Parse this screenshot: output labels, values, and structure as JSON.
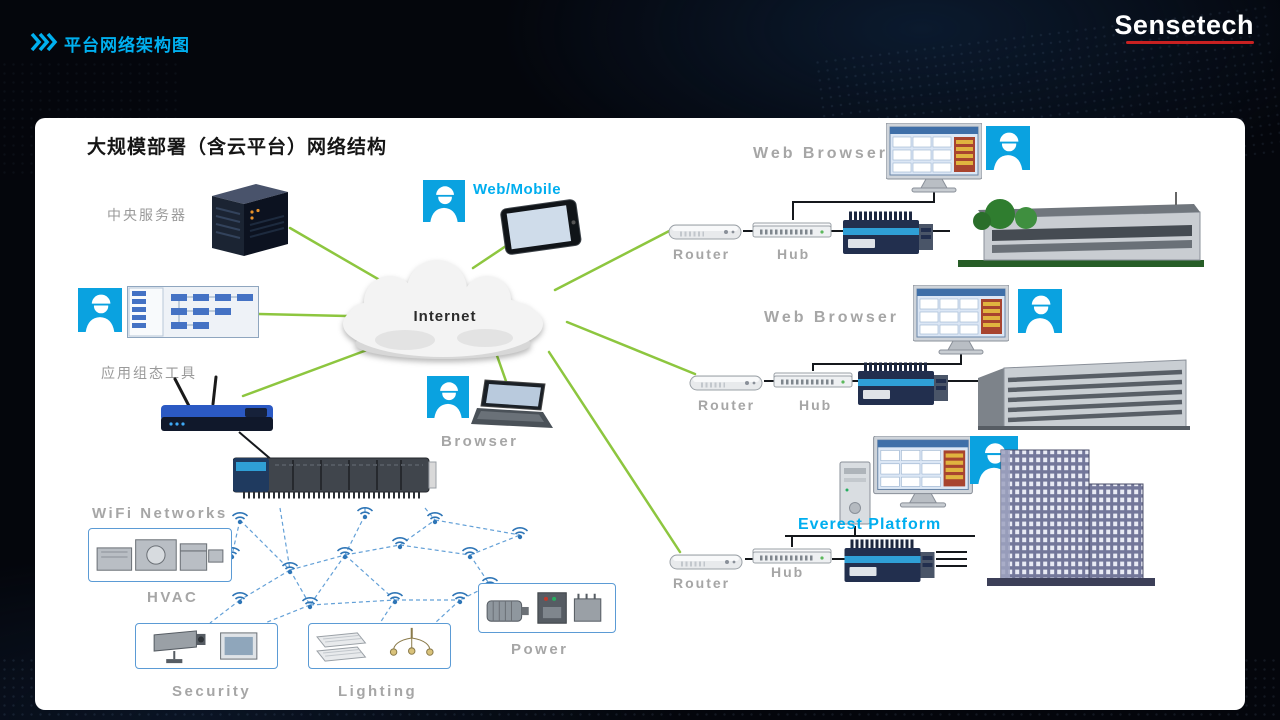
{
  "page": {
    "header_title": "平台网络架构图",
    "logo_text": "Sensetech"
  },
  "diagram": {
    "title": "大规模部署（含云平台）网络结构",
    "internet_label": "Internet",
    "central_server_label": "中央服务器",
    "config_tool_label": "应用组态工具",
    "web_mobile_label": "Web/Mobile",
    "browser_label": "Browser",
    "wifi_networks_label": "WiFi Networks",
    "hvac_label": "HVAC",
    "security_label": "Security",
    "lighting_label": "Lighting",
    "power_label": "Power",
    "branch1": {
      "web_browser_label": "Web Browser",
      "router_label": "Router",
      "hub_label": "Hub"
    },
    "branch2": {
      "web_browser_label": "Web Browser",
      "router_label": "Router",
      "hub_label": "Hub"
    },
    "branch3": {
      "platform_label": "Everest Platform",
      "router_label": "Router",
      "hub_label": "Hub"
    }
  },
  "colors": {
    "accent_cyan": "#00aeef",
    "link_green": "#8dc63f",
    "label_gray": "#a6a6a6",
    "logo_underline_red": "#c82121",
    "mesh_blue": "#2e75b6",
    "person_blue": "#0aa2e0"
  }
}
